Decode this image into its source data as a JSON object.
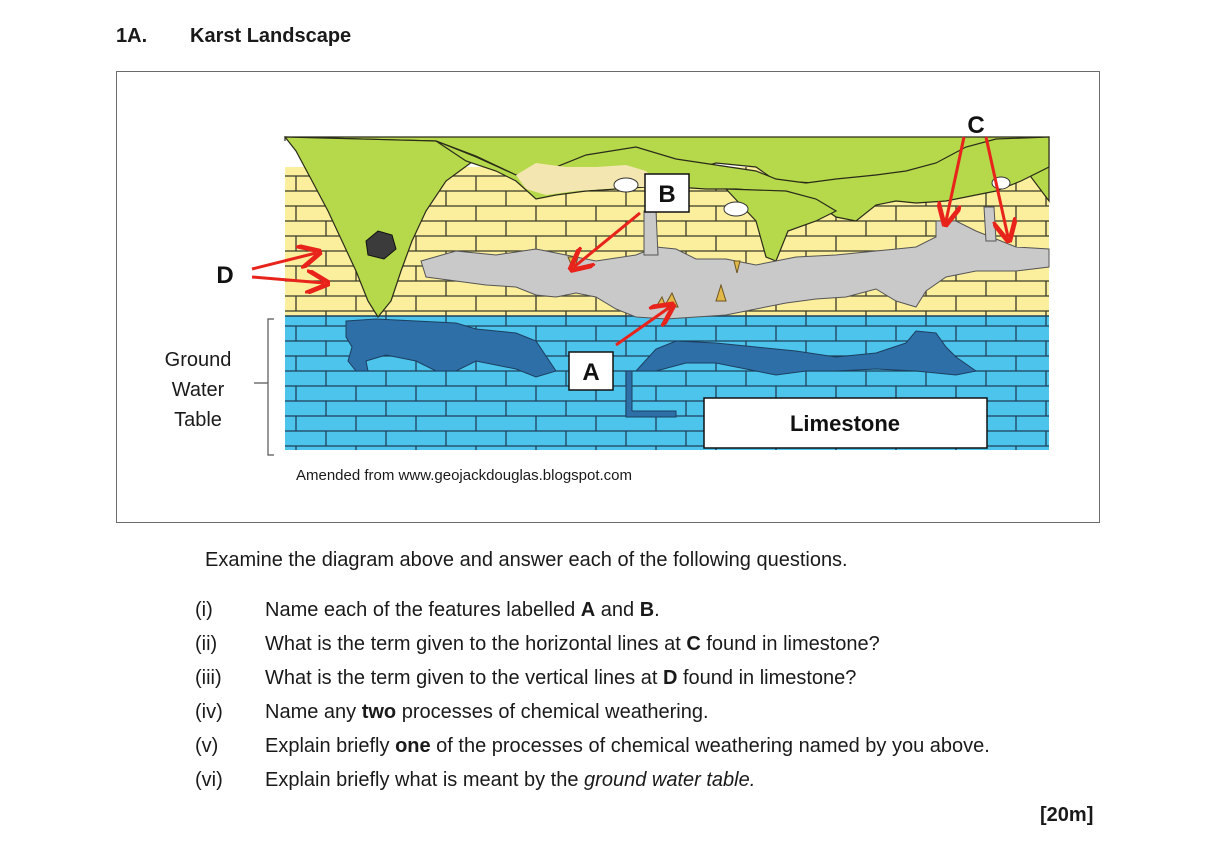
{
  "heading": {
    "number": "1A.",
    "title": "Karst Landscape"
  },
  "diagram": {
    "label_a": "A",
    "label_b": "B",
    "label_c": "C",
    "label_d": "D",
    "limestone_label": "Limestone",
    "gwt_line1": "Ground",
    "gwt_line2": "Water",
    "gwt_line3": "Table",
    "credit": "Amended from www.geojackdouglas.blogspot.com",
    "colors": {
      "grass": "#b5d94a",
      "limestone_dry": "#fbee9c",
      "limestone_wet": "#4dc4ec",
      "cave": "#c9c9c9",
      "water": "#2f6fa7",
      "arrow": "#e8231b",
      "sand": "#f3e6b0"
    }
  },
  "intro": "Examine the diagram above and answer each of the following questions.",
  "questions": [
    {
      "num": "(i)",
      "pre": "Name each of the features labelled ",
      "b1": "A",
      "mid": " and ",
      "b2": "B",
      "post": "."
    },
    {
      "num": "(ii)",
      "pre": "What is the term given to the horizontal lines at ",
      "b1": "C",
      "post": " found in limestone?"
    },
    {
      "num": "(iii)",
      "pre": "What is the term given to the vertical lines at ",
      "b1": "D",
      "post": " found in limestone?"
    },
    {
      "num": "(iv)",
      "pre": "Name any ",
      "b1": "two",
      "post": " processes of chemical weathering."
    },
    {
      "num": "(v)",
      "pre": "Explain briefly ",
      "b1": "one",
      "post": " of the processes of chemical weathering named by you above."
    },
    {
      "num": "(vi)",
      "pre": "Explain briefly what is meant by the ",
      "i1": "ground water table.",
      "post": ""
    }
  ],
  "marks": "[20m]"
}
